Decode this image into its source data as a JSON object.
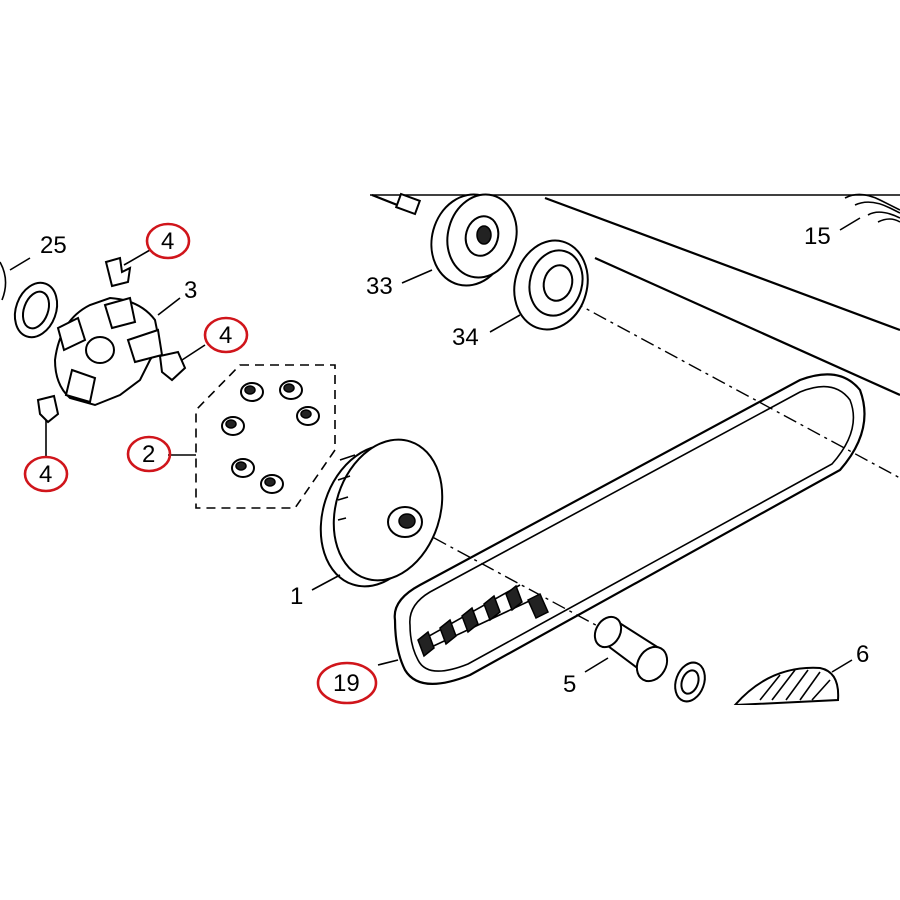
{
  "diagram": {
    "highlight_color": "#d0151b",
    "callouts": [
      {
        "id": "c25",
        "text": "25",
        "circled": false
      },
      {
        "id": "c4a",
        "text": "4",
        "circled": true
      },
      {
        "id": "c3",
        "text": "3",
        "circled": false
      },
      {
        "id": "c4b",
        "text": "4",
        "circled": true
      },
      {
        "id": "c4c",
        "text": "4",
        "circled": true
      },
      {
        "id": "c2",
        "text": "2",
        "circled": true
      },
      {
        "id": "c1",
        "text": "1",
        "circled": false
      },
      {
        "id": "c19",
        "text": "19",
        "circled": true
      },
      {
        "id": "c33",
        "text": "33",
        "circled": false
      },
      {
        "id": "c34",
        "text": "34",
        "circled": false
      },
      {
        "id": "c15",
        "text": "15",
        "circled": false
      },
      {
        "id": "c5",
        "text": "5",
        "circled": false
      },
      {
        "id": "c6",
        "text": "6",
        "circled": false
      }
    ]
  }
}
